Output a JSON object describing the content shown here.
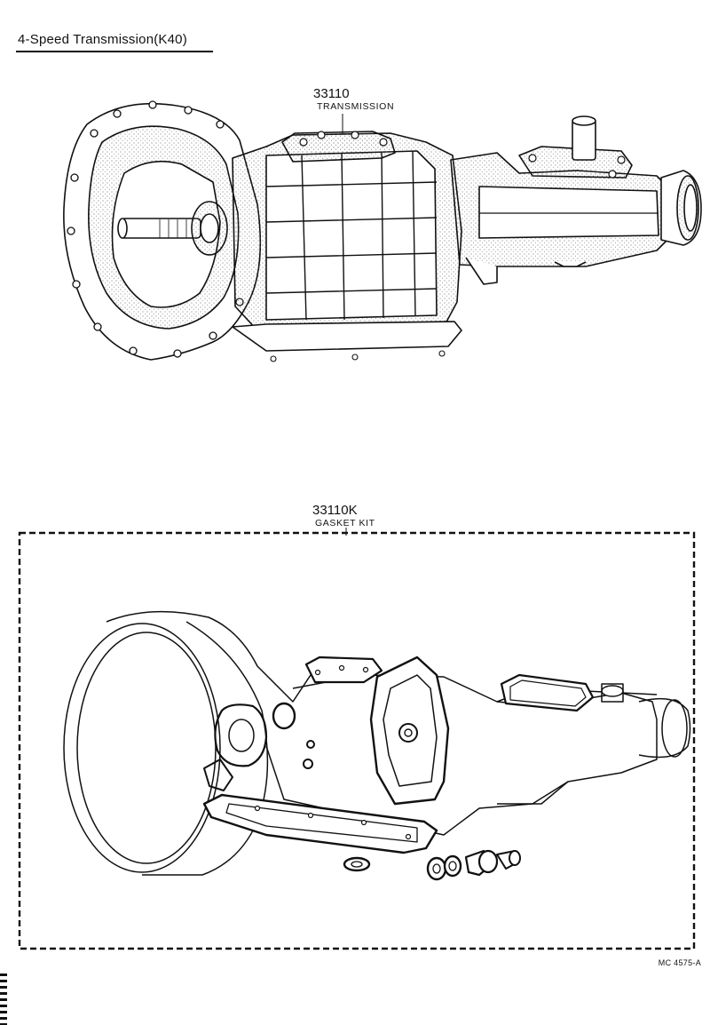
{
  "title": "4-Speed Transmission(K40)",
  "parts": [
    {
      "number": "33110",
      "name": "TRANSMISSION"
    },
    {
      "number": "33110K",
      "name": "GASKET KIT"
    }
  ],
  "drawing_code": "MC 4575-A",
  "colors": {
    "ink": "#111111",
    "paper": "#ffffff",
    "stipple": "#555555"
  }
}
